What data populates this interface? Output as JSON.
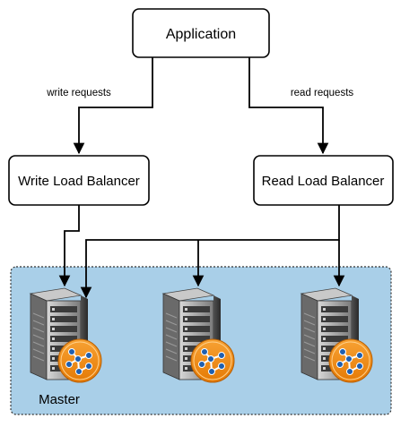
{
  "nodes": {
    "application": {
      "label": "Application"
    },
    "write_lb": {
      "label": "Write Load Balancer"
    },
    "read_lb": {
      "label": "Read Load Balancer"
    }
  },
  "edges": {
    "write": {
      "label": "write requests"
    },
    "read": {
      "label": "read requests"
    }
  },
  "servers": {
    "master": {
      "label": "Master"
    }
  },
  "colors": {
    "cluster_fill": "#a9cfe8",
    "badge": "#f08a12",
    "line": "#000000"
  }
}
